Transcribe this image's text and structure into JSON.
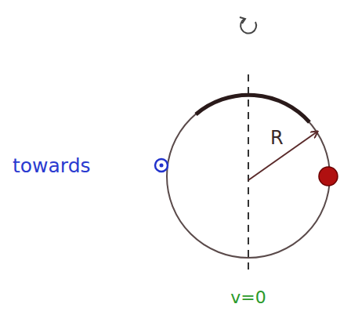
{
  "diagram": {
    "labels": [
      "towards",
      "R",
      "v=0"
    ]
  }
}
